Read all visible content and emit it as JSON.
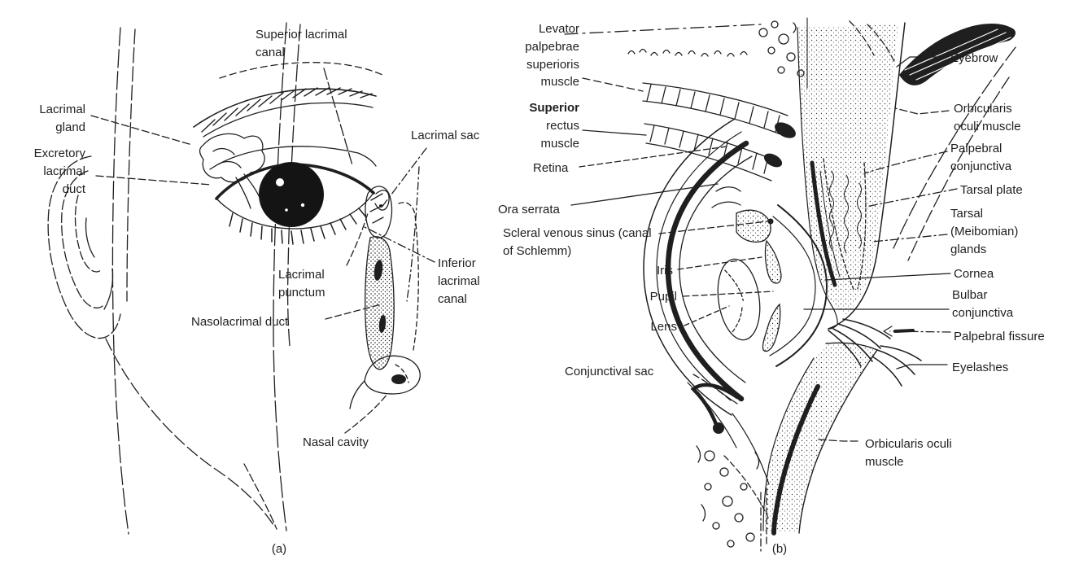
{
  "figure": {
    "caption_a": "(a)",
    "caption_b": "(b)"
  },
  "colors": {
    "ink": "#1f1f1f",
    "paper": "#ffffff"
  },
  "panel_a": {
    "description": "Anterior view of face showing the lacrimal apparatus",
    "labels": {
      "superior_lacrimal_canal": "Superior lacrimal canal",
      "lacrimal_gland": "Lacrimal gland",
      "excretory_lacrimal_duct": "Excretory lacrimal duct",
      "lacrimal_sac": "Lacrimal sac",
      "lacrimal_punctum": "Lacrimal punctum",
      "inferior_lacrimal_canal": "Inferior lacrimal canal",
      "nasolacrimal_duct": "Nasolacrimal duct",
      "nasal_cavity": "Nasal cavity"
    }
  },
  "panel_b": {
    "description": "Sagittal section through the eyeball and eyelids",
    "labels": {
      "levator": "Levator palpebrae superioris muscle",
      "superior_rectus_bold": "Superior",
      "superior_rectus_rest": "rectus muscle",
      "retina": "Retina",
      "ora_serrata": "Ora serrata",
      "scleral_venous_sinus": "Scleral venous sinus (canal of Schlemm)",
      "iris": "Iris",
      "pupil": "Pupil",
      "lens": "Lens",
      "conjunctival_sac": "Conjunctival sac",
      "eyebrow": "Eyebrow",
      "orbicularis_oculi_top": "Orbicularis oculi muscle",
      "palpebral_conjunctiva": "Palpebral conjunctiva",
      "tarsal_plate": "Tarsal plate",
      "tarsal_glands": "Tarsal (Meibomian) glands",
      "cornea": "Cornea",
      "bulbar_conjunctiva": "Bulbar conjunctiva",
      "palpebral_fissure": "Palpebral fissure",
      "eyelashes": "Eyelashes",
      "orbicularis_oculi_bottom": "Orbicularis oculi muscle"
    }
  }
}
